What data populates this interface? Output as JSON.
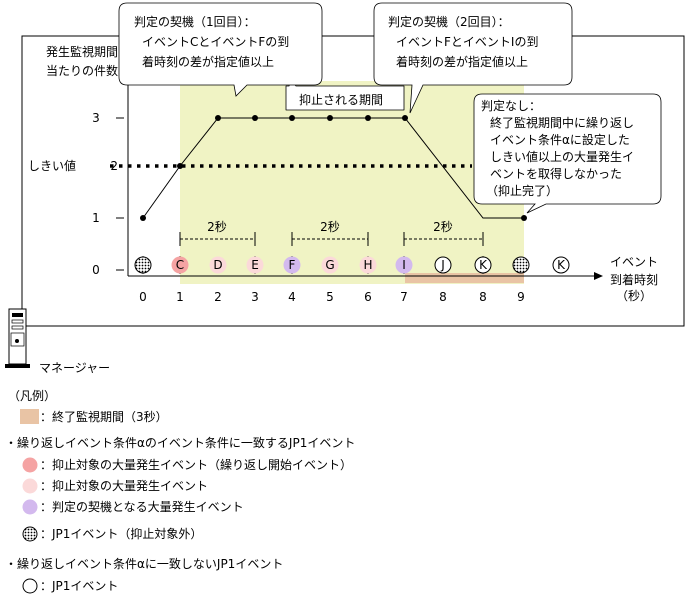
{
  "chart": {
    "y_axis_label_line1": "発生監視期間",
    "y_axis_label_line2": "当たりの件数",
    "x_axis_label_line1": "イベント",
    "x_axis_label_line2": "到着時刻",
    "x_axis_label_line3": "（秒）",
    "threshold_label": "しきい値",
    "y_ticks": [
      "0",
      "1",
      "2",
      "3"
    ],
    "x_ticks": [
      "0",
      "1",
      "2",
      "3",
      "4",
      "5",
      "6",
      "7",
      "8",
      "8",
      "9"
    ]
  },
  "chart_data": {
    "type": "line",
    "x": [
      0,
      1,
      2,
      3,
      4,
      5,
      6,
      7,
      8
    ],
    "y": [
      1,
      2,
      3,
      3,
      3,
      3,
      3,
      3,
      1
    ],
    "threshold": 2,
    "ylim": [
      0,
      3
    ]
  },
  "events": [
    {
      "label": "",
      "kind": "excluded"
    },
    {
      "label": "C",
      "kind": "start"
    },
    {
      "label": "D",
      "kind": "suppressed"
    },
    {
      "label": "E",
      "kind": "suppressed"
    },
    {
      "label": "F",
      "kind": "trigger"
    },
    {
      "label": "G",
      "kind": "suppressed"
    },
    {
      "label": "H",
      "kind": "suppressed"
    },
    {
      "label": "I",
      "kind": "trigger"
    },
    {
      "label": "J",
      "kind": "plain"
    },
    {
      "label": "K",
      "kind": "plain"
    },
    {
      "label": "",
      "kind": "excluded"
    },
    {
      "label": "K",
      "kind": "plain"
    }
  ],
  "intervals": [
    "2秒",
    "2秒",
    "2秒"
  ],
  "suppressed_period_label": "抑止される期間",
  "callouts": {
    "first": [
      "判定の契機（1回目）：",
      "イベントCとイベントFの到",
      "着時刻の差が指定値以上"
    ],
    "second": [
      "判定の契機（2回目）：",
      "イベントFとイベントIの到",
      "着時刻の差が指定値以上"
    ],
    "none": [
      "判定なし：",
      "終了監視期間中に繰り返し",
      "イベント条件αに設定した",
      "しきい値以上の大量発生イ",
      "ベントを取得しなかった",
      "（抑止完了）"
    ]
  },
  "manager_label": "マネージャー",
  "legend": {
    "heading": "（凡例）",
    "end_period": "：終了監視期間（3秒）",
    "match_heading": "・繰り返しイベント条件αのイベント条件に一致するJP1イベント",
    "start_event": "：抑止対象の大量発生イベント（繰り返し開始イベント）",
    "suppressed_event": "：抑止対象の大量発生イベント",
    "trigger_event": "：判定の契機となる大量発生イベント",
    "excluded_event": "：JP1イベント（抑止対象外）",
    "nomatch_heading": "・繰り返しイベント条件αに一致しないJP1イベント",
    "plain_event": "：JP1イベント"
  },
  "colors": {
    "suppress_area": "#f0f3c4",
    "end_period": "#e9c4a5",
    "start_event": "#f5a3a3",
    "suppressed_event": "#fbd9d9",
    "trigger_event": "#d3b9ee"
  }
}
